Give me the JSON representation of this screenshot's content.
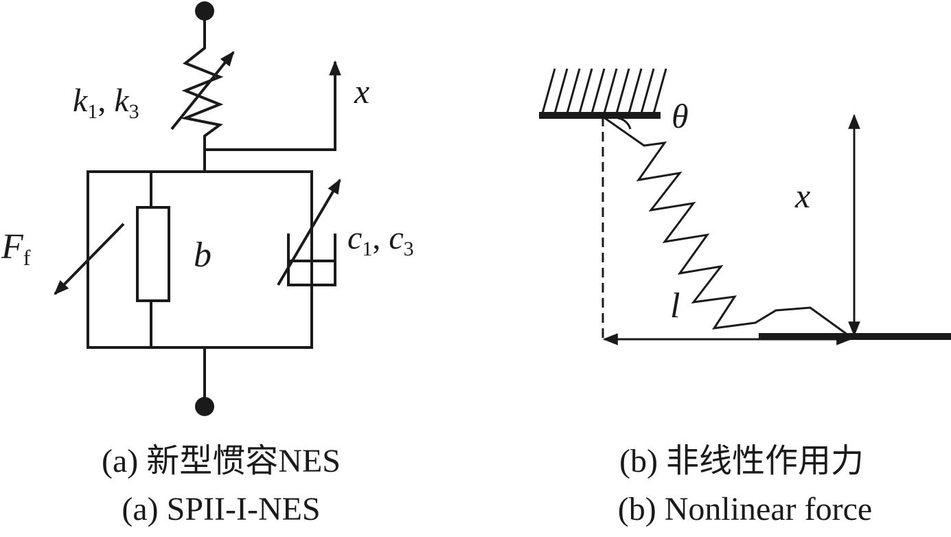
{
  "panel_a": {
    "labels": {
      "k1": "k",
      "k1_sub": "1",
      "sep1": ", ",
      "k3": "k",
      "k3_sub": "3",
      "x": "x",
      "F": "F",
      "F_sub": "f",
      "b": "b",
      "c1": "c",
      "c1_sub": "1",
      "sep2": ", ",
      "c3": "c",
      "c3_sub": "3"
    },
    "caption_cn": "(a)  新型惯容NES",
    "caption_en": "(a)  SPII-I-NES"
  },
  "panel_b": {
    "labels": {
      "theta": "θ",
      "x": "x",
      "l": "l"
    },
    "caption_cn": "(b)  非线性作用力",
    "caption_en": "(b)  Nonlinear force"
  },
  "colors": {
    "ink": "#1a1a1a",
    "background": "#ffffff"
  }
}
